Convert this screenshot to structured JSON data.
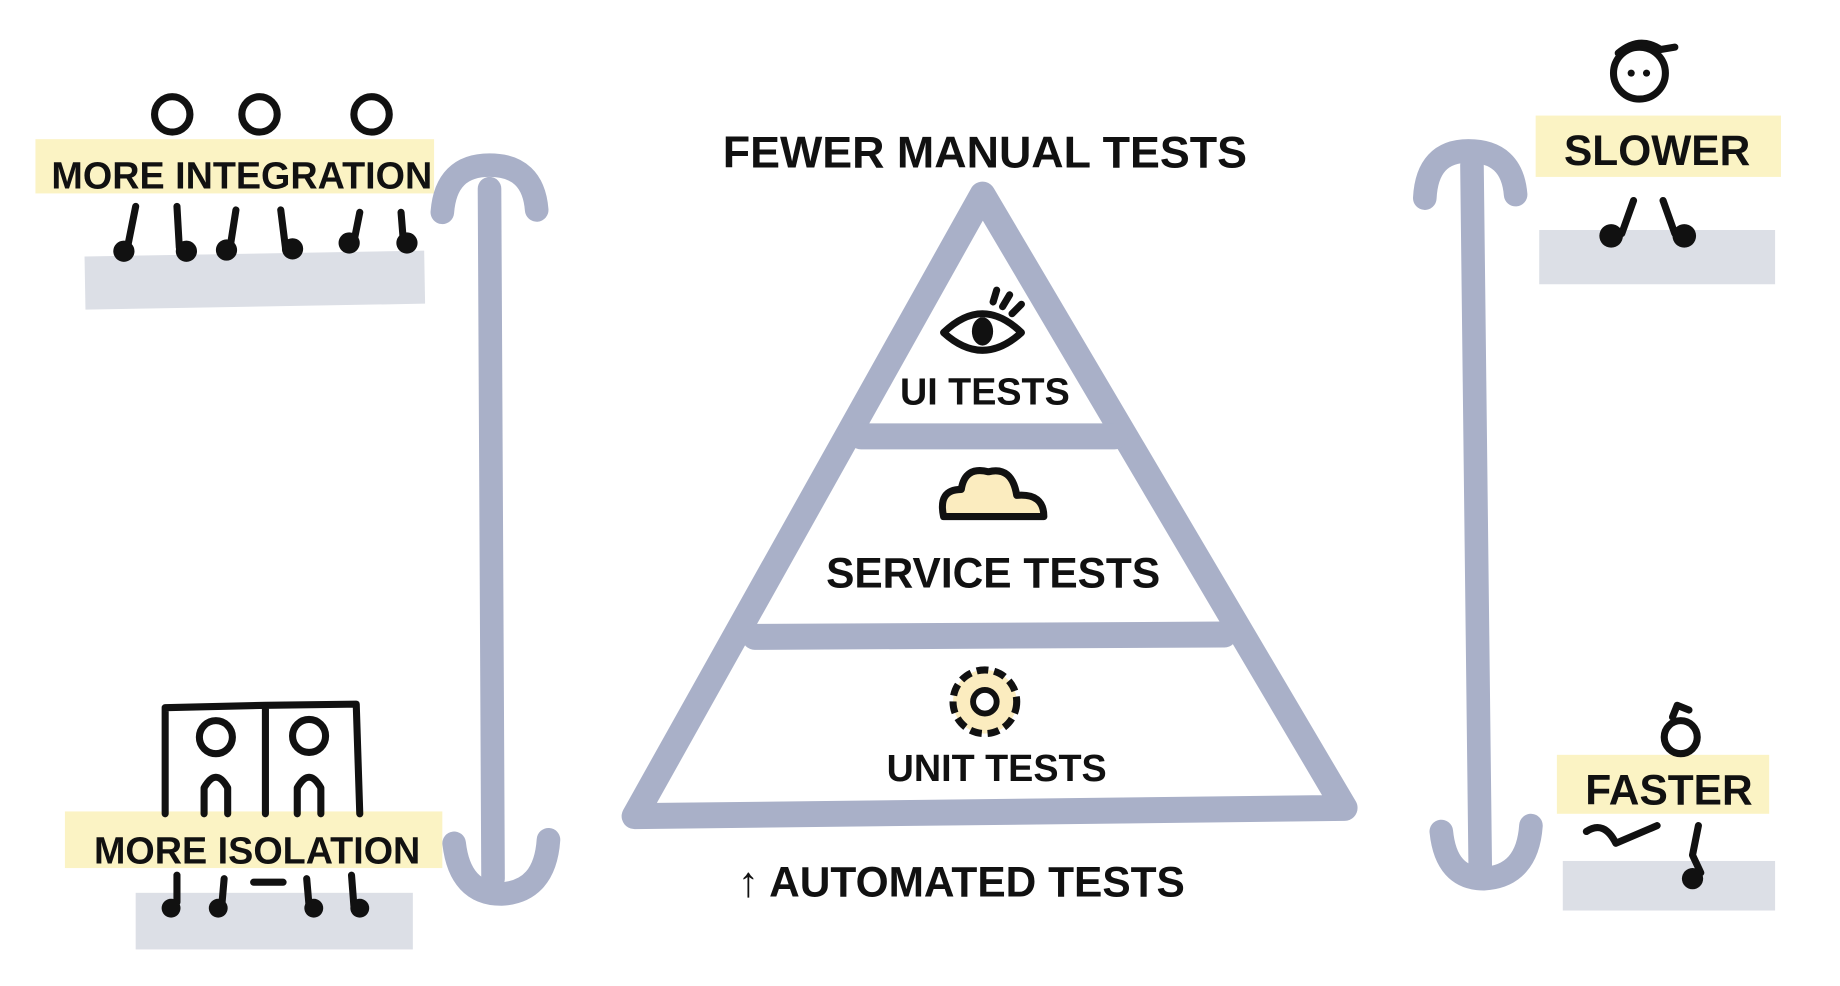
{
  "title": "Test Pyramid",
  "top_label": "FEWER MANUAL TESTS",
  "bottom_label": "↑ AUTOMATED TESTS",
  "layers": [
    {
      "label": "UI TESTS",
      "icon": "eye-icon"
    },
    {
      "label": "SERVICE TESTS",
      "icon": "cloud-icon"
    },
    {
      "label": "UNIT TESTS",
      "icon": "gear-icon"
    }
  ],
  "left_axis": {
    "top": "MORE INTEGRATION",
    "bottom": "MORE ISOLATION"
  },
  "right_axis": {
    "top": "SLOWER",
    "bottom": "FASTER"
  },
  "colors": {
    "frame": "#a9b0c8",
    "highlight": "#fbf3c4",
    "shadow": "#dcdfe6",
    "ink": "#111111",
    "cloud": "#fbecbf"
  }
}
